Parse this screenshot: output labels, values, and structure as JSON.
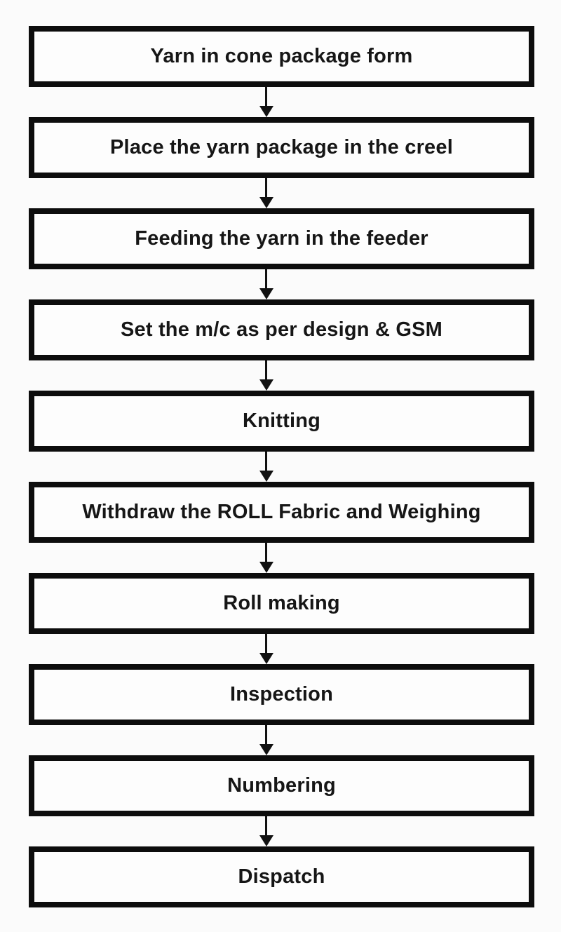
{
  "flowchart": {
    "steps": [
      {
        "label": "Yarn in cone package form"
      },
      {
        "label": "Place the yarn package in the creel"
      },
      {
        "label": "Feeding the yarn in the feeder"
      },
      {
        "label": "Set the m/c as per design & GSM"
      },
      {
        "label": "Knitting"
      },
      {
        "label": "Withdraw the ROLL Fabric and Weighing"
      },
      {
        "label": "Roll making"
      },
      {
        "label": "Inspection"
      },
      {
        "label": "Numbering"
      },
      {
        "label": "Dispatch"
      }
    ],
    "colors": {
      "page_background": "#fbfbfb",
      "box_background": "#fdfdfd",
      "box_border": "#0d0d0d",
      "text": "#161616",
      "arrow": "#111111"
    }
  }
}
